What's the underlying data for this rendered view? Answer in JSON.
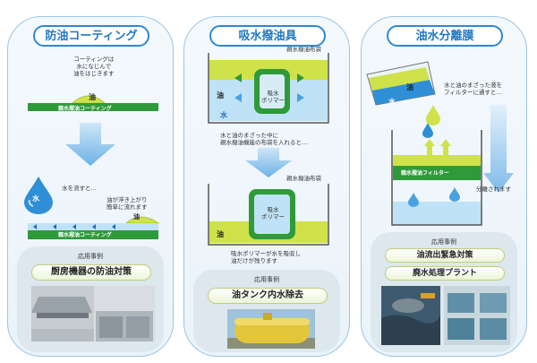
{
  "panels": [
    {
      "title": "防油コーティング",
      "top_note": [
        "コーティングは",
        "水になじんで",
        "油をはじきます"
      ],
      "oil_label": "油",
      "coating_label": "親水撥油コーティング",
      "water_label": "水",
      "pour_note": "水を流すと…",
      "rise_note": [
        "油が浮き上がり",
        "簡単に流れます"
      ],
      "app_heading": "応用事例",
      "apps": [
        "厨房機器の防油対策"
      ]
    },
    {
      "title": "吸水撥油具",
      "bag_label": "親水撥油布袋",
      "oil_label": "油",
      "water_label": "水",
      "polymer_label": [
        "吸水",
        "ポリマー"
      ],
      "mid_note": [
        "水と油のまざった中に",
        "親水撥油機能の布袋を入れると…"
      ],
      "bag_label2": "親水撥油布袋",
      "polymer_label2": [
        "吸水",
        "ポリマー"
      ],
      "oil_label2": "油",
      "bottom_note": [
        "吸水ポリマーが水を吸収し",
        "油だけが残ります"
      ],
      "app_heading": "応用事例",
      "apps": [
        "油タンク内水除去"
      ]
    },
    {
      "title": "油水分離膜",
      "oil_label": "油",
      "water_label": "水",
      "pour_note": [
        "水と油のまざった液を",
        "フィルターに通すと…"
      ],
      "filter_label": "親水撥油フィルター",
      "separate_note": "分離されます",
      "app_heading": "応用事例",
      "apps": [
        "油流出緊急対策",
        "廃水処理プラント"
      ]
    }
  ],
  "colors": {
    "title_blue": "#1f78c4",
    "oil_green": "#cfe24a",
    "coating_green": "#2f9a39",
    "water_blue": "#2f8fd6",
    "light_water": "#bfe2f6"
  },
  "icons": [
    "water-drop-icon",
    "oil-drop-icon",
    "down-arrow-icon",
    "pour-container-icon",
    "beaker-icon",
    "fabric-bag-icon",
    "filter-icon"
  ]
}
